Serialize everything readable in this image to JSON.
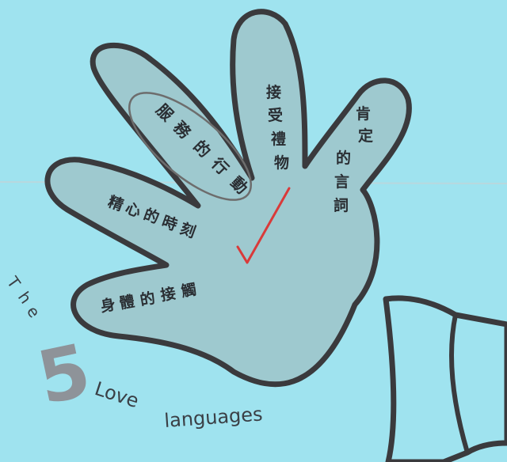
{
  "colors": {
    "background": "#9fe3ef",
    "hand_fill": "#9ec9cf",
    "outline": "#3a3a3d",
    "circle_stroke": "#6d6d6d",
    "check_mark": "#d93a3a",
    "five_gray": "#8e9399"
  },
  "title": {
    "the": "The",
    "five": "5",
    "love_languages": "Love languages"
  },
  "fingers": {
    "thumb": "身體的接觸",
    "pinky": "精心的時刻",
    "ring": "服務的行動",
    "middle": "接受禮物",
    "index": "肯定的言詞"
  },
  "icons": {
    "check": "check-mark-icon",
    "circle": "circle-highlight"
  }
}
